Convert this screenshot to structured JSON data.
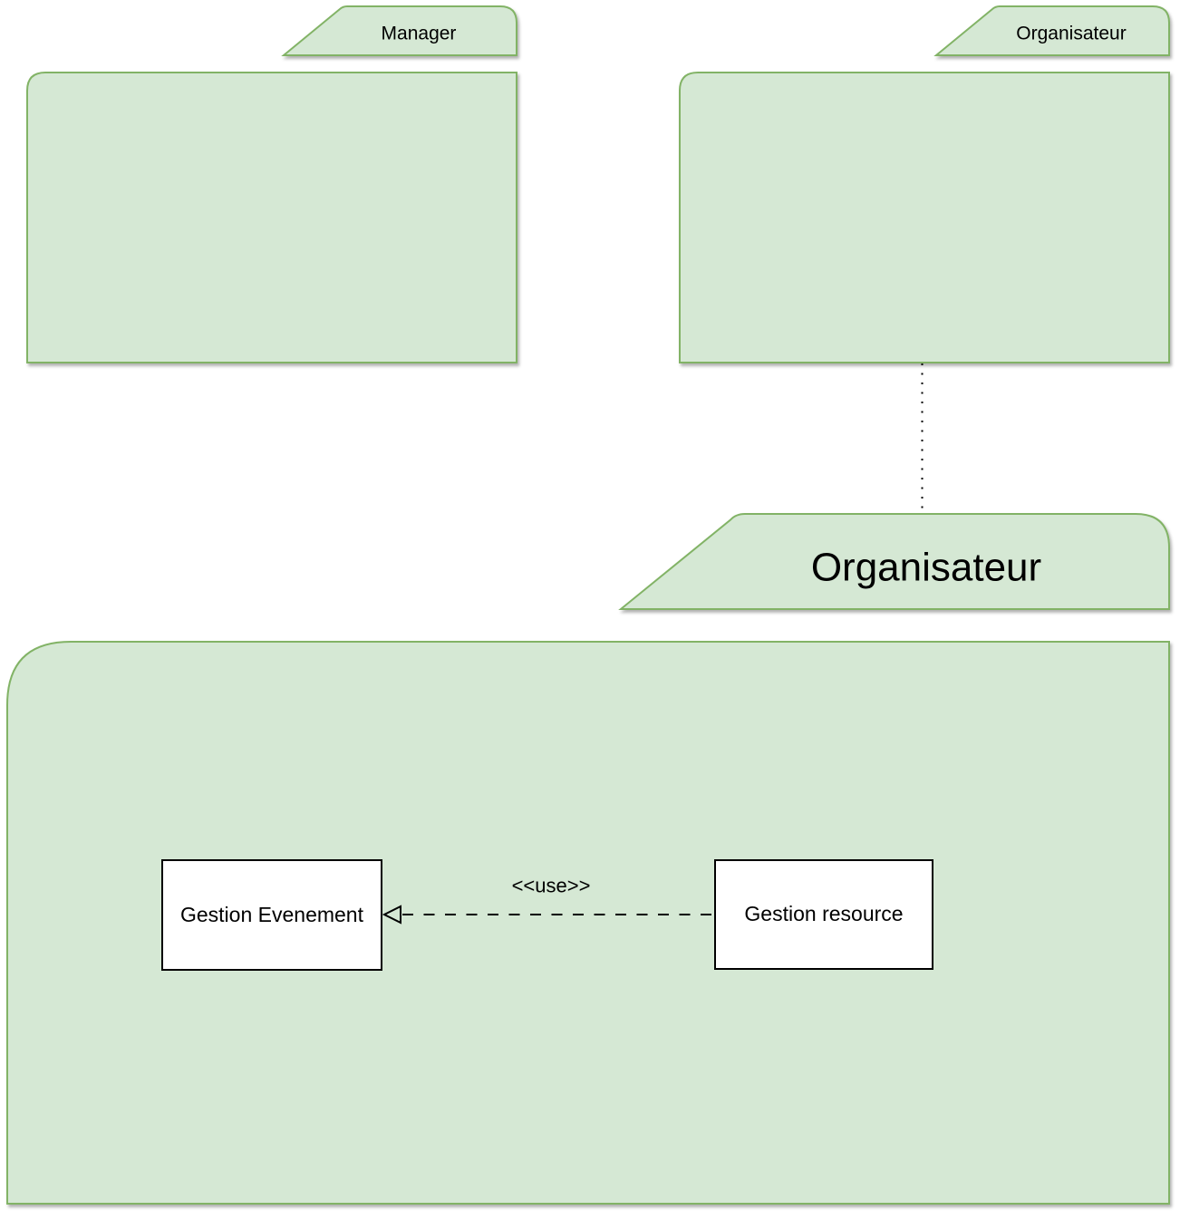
{
  "diagram": {
    "kind": "uml-package-diagram",
    "packages": [
      {
        "label": "Manager"
      },
      {
        "label": "Organisateur"
      },
      {
        "label": "Organisateur"
      }
    ],
    "components": [
      {
        "label": "Gestion Evenement"
      },
      {
        "label": "Gestion resource"
      }
    ],
    "connectors": [
      {
        "label": "<<use>>",
        "style": "dashed-open-arrow"
      },
      {
        "label": "",
        "style": "dotted-link"
      }
    ],
    "colors": {
      "package_fill": "#d5e8d4",
      "package_stroke": "#82b366",
      "component_fill": "#ffffff",
      "component_stroke": "#000000",
      "line": "#000000",
      "text": "#000000",
      "background": "#ffffff"
    }
  }
}
